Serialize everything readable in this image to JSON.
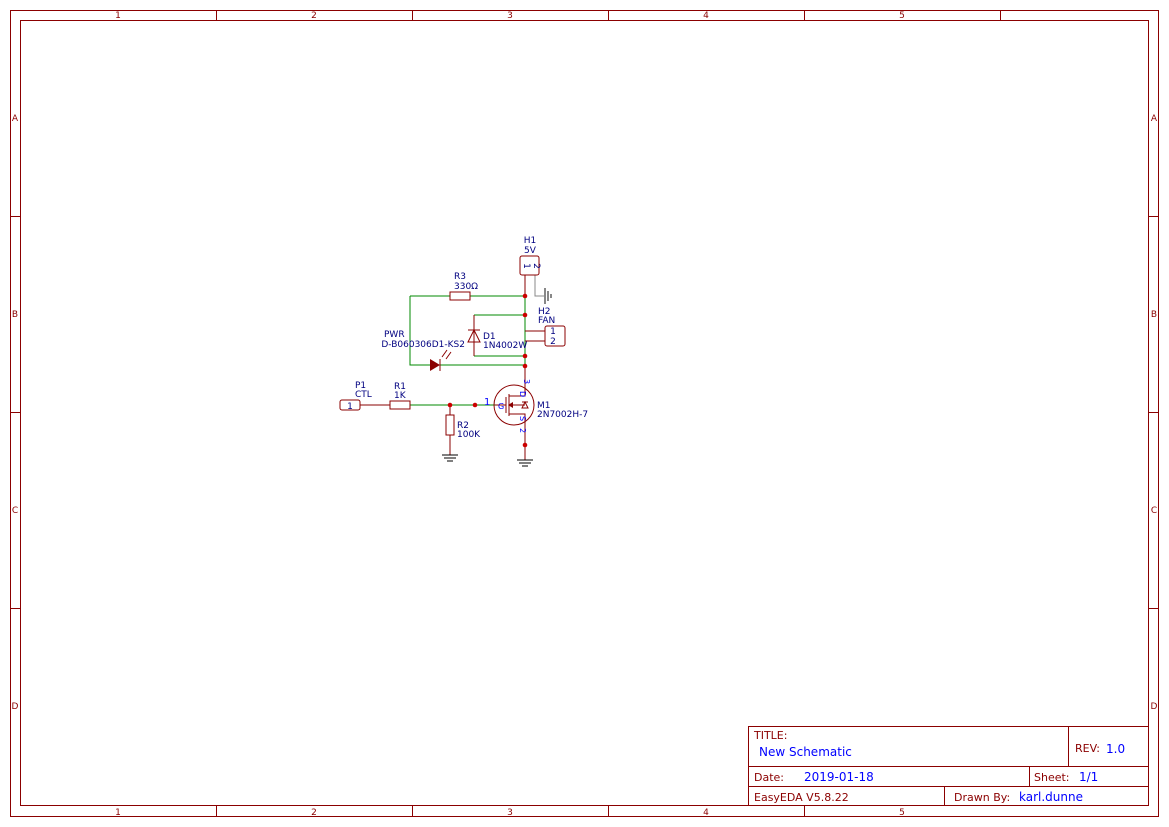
{
  "frame": {
    "columns": [
      "1",
      "2",
      "3",
      "4",
      "5"
    ],
    "rows": [
      "A",
      "B",
      "C",
      "D"
    ],
    "color": "#8b0000"
  },
  "components": {
    "H1": {
      "ref": "H1",
      "value": "5V",
      "pins": [
        "1",
        "2"
      ]
    },
    "H2": {
      "ref": "H2",
      "value": "FAN",
      "pins": [
        "1",
        "2"
      ]
    },
    "R3": {
      "ref": "R3",
      "value": "330Ω"
    },
    "R1": {
      "ref": "R1",
      "value": "1K"
    },
    "R2": {
      "ref": "R2",
      "value": "100K"
    },
    "D1": {
      "ref": "D1",
      "value": "1N4002W"
    },
    "LED": {
      "ref": "PWR",
      "value": "D-B060306D1-KS2"
    },
    "P1": {
      "ref": "P1",
      "value": "CTL",
      "pin": "1"
    },
    "M1": {
      "ref": "M1",
      "value": "2N7002H-7",
      "pin_g": "1",
      "pin_d": "3",
      "pin_s": "2",
      "g": "G",
      "d": "D",
      "s": "S"
    }
  },
  "title_block": {
    "title_label": "TITLE:",
    "title": "New Schematic",
    "rev_label": "REV:",
    "rev": "1.0",
    "date_label": "Date:",
    "date": "2019-01-18",
    "sheet_label": "Sheet:",
    "sheet": "1/1",
    "software": "EasyEDA V5.8.22",
    "drawn_by_label": "Drawn By:",
    "drawn_by": "karl.dunne"
  }
}
